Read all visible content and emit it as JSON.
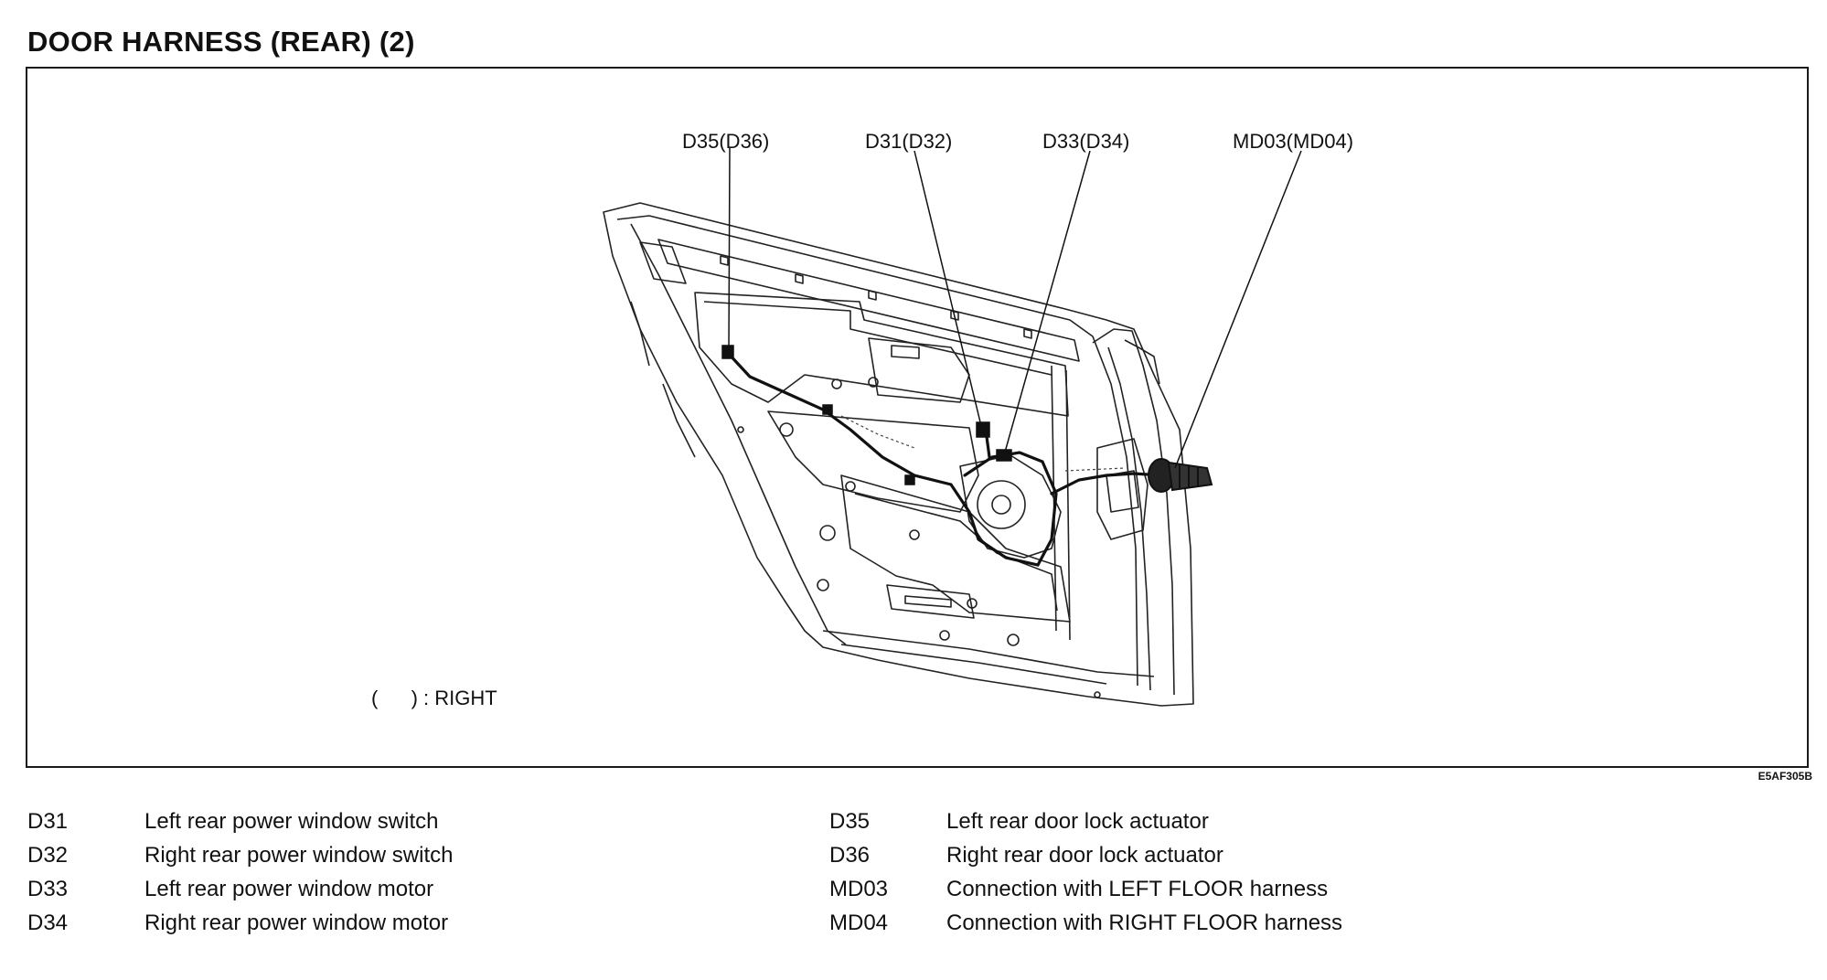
{
  "title": "DOOR HARNESS (REAR) (2)",
  "figure_code": "E5AF305B",
  "callouts": {
    "d35": "D35(D36)",
    "d31": "D31(D32)",
    "d33": "D33(D34)",
    "md03": "MD03(MD04)"
  },
  "note": {
    "open_paren": "(",
    "close_paren": ")",
    "text": ": RIGHT"
  },
  "legend_left": [
    {
      "code": "D31",
      "desc": "Left rear power window switch"
    },
    {
      "code": "D32",
      "desc": "Right rear power window switch"
    },
    {
      "code": "D33",
      "desc": "Left rear power window motor"
    },
    {
      "code": "D34",
      "desc": "Right rear power window motor"
    }
  ],
  "legend_right": [
    {
      "code": "D35",
      "desc": "Left rear door lock actuator"
    },
    {
      "code": "D36",
      "desc": "Right rear door lock actuator"
    },
    {
      "code": "MD03",
      "desc": "Connection with LEFT FLOOR harness"
    },
    {
      "code": "MD04",
      "desc": "Connection with RIGHT FLOOR harness"
    }
  ]
}
